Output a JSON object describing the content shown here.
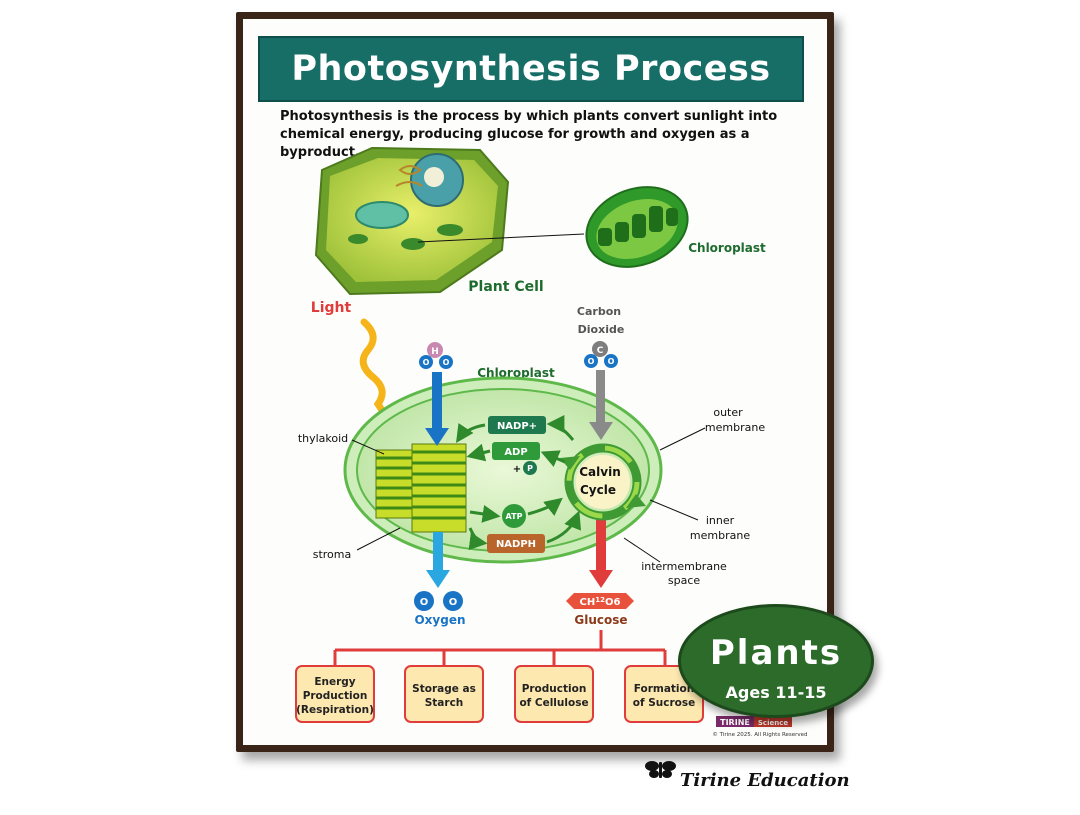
{
  "poster": {
    "title": "Photosynthesis Process",
    "intro": "Photosynthesis is the process by which plants convert sunlight into chemical energy, producing glucose for growth and oxygen as a byproduct."
  },
  "labels": {
    "plant_cell": "Plant Cell",
    "chloroplast_top": "Chloroplast",
    "light": "Light",
    "carbon_dioxide_1": "Carbon",
    "carbon_dioxide_2": "Dioxide",
    "chloroplast_mid": "Chloroplast",
    "thylakoid": "thylakoid",
    "stroma": "stroma",
    "outer_membrane_1": "outer",
    "outer_membrane_2": "membrane",
    "inner_membrane_1": "inner",
    "inner_membrane_2": "membrane",
    "intermembrane_1": "intermembrane",
    "intermembrane_2": "space",
    "calvin_1": "Calvin",
    "calvin_2": "Cycle",
    "nadp_plus": "NADP+",
    "adp": "ADP",
    "plus_p": "+",
    "p": "P",
    "atp": "ATP",
    "nadph": "NADPH",
    "h": "H",
    "o": "O",
    "c": "C",
    "oxygen": "Oxygen",
    "glucose_formula_a": "CH",
    "glucose_formula_sup": "12",
    "glucose_formula_b": "O6",
    "glucose": "Glucose"
  },
  "outputs": [
    {
      "line1": "Energy",
      "line2": "Production",
      "line3": "(Respiration)"
    },
    {
      "line1": "Storage as",
      "line2": "Starch",
      "line3": ""
    },
    {
      "line1": "Production",
      "line2": "of Cellulose",
      "line3": ""
    },
    {
      "line1": "Formation",
      "line2": "of Sucrose",
      "line3": ""
    }
  ],
  "badge": {
    "title": "Plants",
    "subtitle": "Ages 11-15"
  },
  "logo": {
    "name": "TIRINE",
    "tag": "Science",
    "copyright": "© Tirine 2025. All Rights Reserved"
  },
  "brand": "Tirine Education",
  "colors": {
    "teal": "#176e66",
    "green": "#2c6b2a",
    "red": "#e03c3c",
    "blue": "#1a74c6"
  }
}
